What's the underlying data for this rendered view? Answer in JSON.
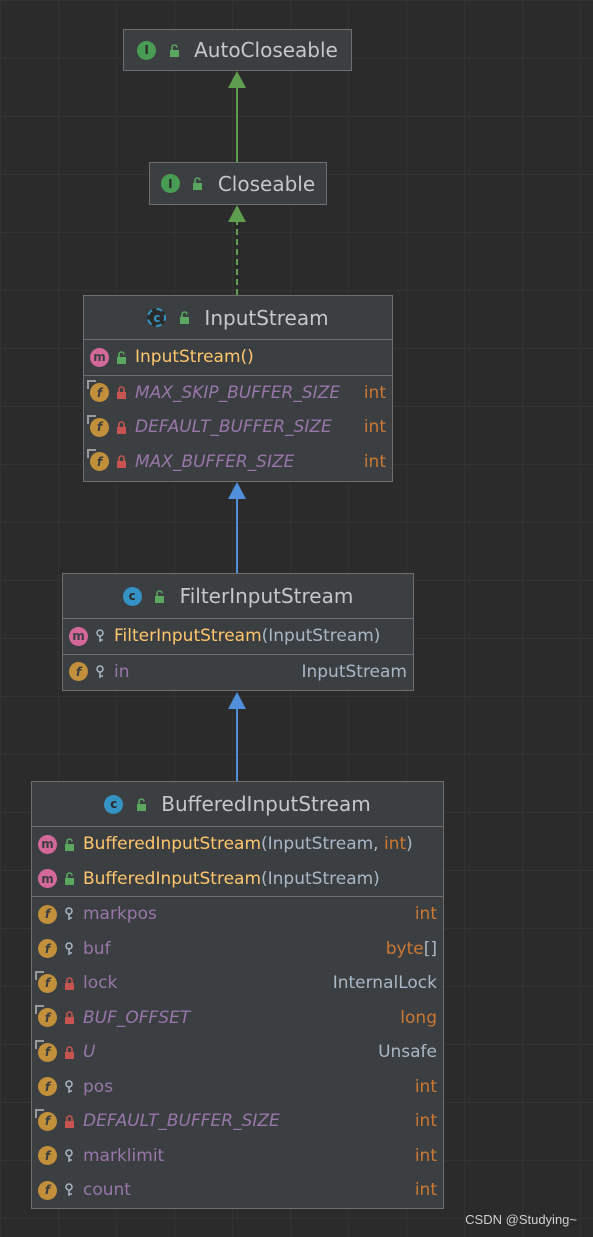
{
  "classes": {
    "autocloseable": {
      "kind": "I",
      "name": "AutoCloseable"
    },
    "closeable": {
      "kind": "I",
      "name": "Closeable"
    },
    "inputstream": {
      "kind": "C",
      "name": "InputStream",
      "methods": [
        {
          "name": "InputStream()",
          "params": ""
        }
      ],
      "fields": [
        {
          "name": "MAX_SKIP_BUFFER_SIZE",
          "type": "int"
        },
        {
          "name": "DEFAULT_BUFFER_SIZE",
          "type": "int"
        },
        {
          "name": "MAX_BUFFER_SIZE",
          "type": "int"
        }
      ]
    },
    "filterinputstream": {
      "kind": "C",
      "name": "FilterInputStream",
      "methods": [
        {
          "name": "FilterInputStream",
          "params": "(InputStream)"
        }
      ],
      "fields": [
        {
          "name": "in",
          "type": "InputStream"
        }
      ]
    },
    "bufferedinputstream": {
      "kind": "C",
      "name": "BufferedInputStream",
      "methods": [
        {
          "name": "BufferedInputStream",
          "p1": "(InputStream, ",
          "p2": "int",
          "p3": ")"
        },
        {
          "name": "BufferedInputStream",
          "params": "(InputStream)"
        }
      ],
      "fields": [
        {
          "name": "markpos",
          "type": "int"
        },
        {
          "name": "buf",
          "type": "byte",
          "type2": "[]"
        },
        {
          "name": "lock",
          "type": "InternalLock"
        },
        {
          "name": "BUF_OFFSET",
          "type": "long"
        },
        {
          "name": "U",
          "type": "Unsafe"
        },
        {
          "name": "pos",
          "type": "int"
        },
        {
          "name": "DEFAULT_BUFFER_SIZE",
          "type": "int"
        },
        {
          "name": "marklimit",
          "type": "int"
        },
        {
          "name": "count",
          "type": "int"
        }
      ]
    }
  },
  "icons": {
    "interface": "I",
    "class": "c",
    "method": "m",
    "field": "f"
  },
  "colors": {
    "background": "#2b2b2b",
    "box": "#3c3f41",
    "border": "#6e6e6e",
    "interface_arrow": "#5f9e4f",
    "class_arrow": "#4f8fdc",
    "field": "#9876aa",
    "keyword": "#cc7832",
    "method": "#ffc66d",
    "plain": "#a9b7c6"
  },
  "watermark": "CSDN @Studying~"
}
